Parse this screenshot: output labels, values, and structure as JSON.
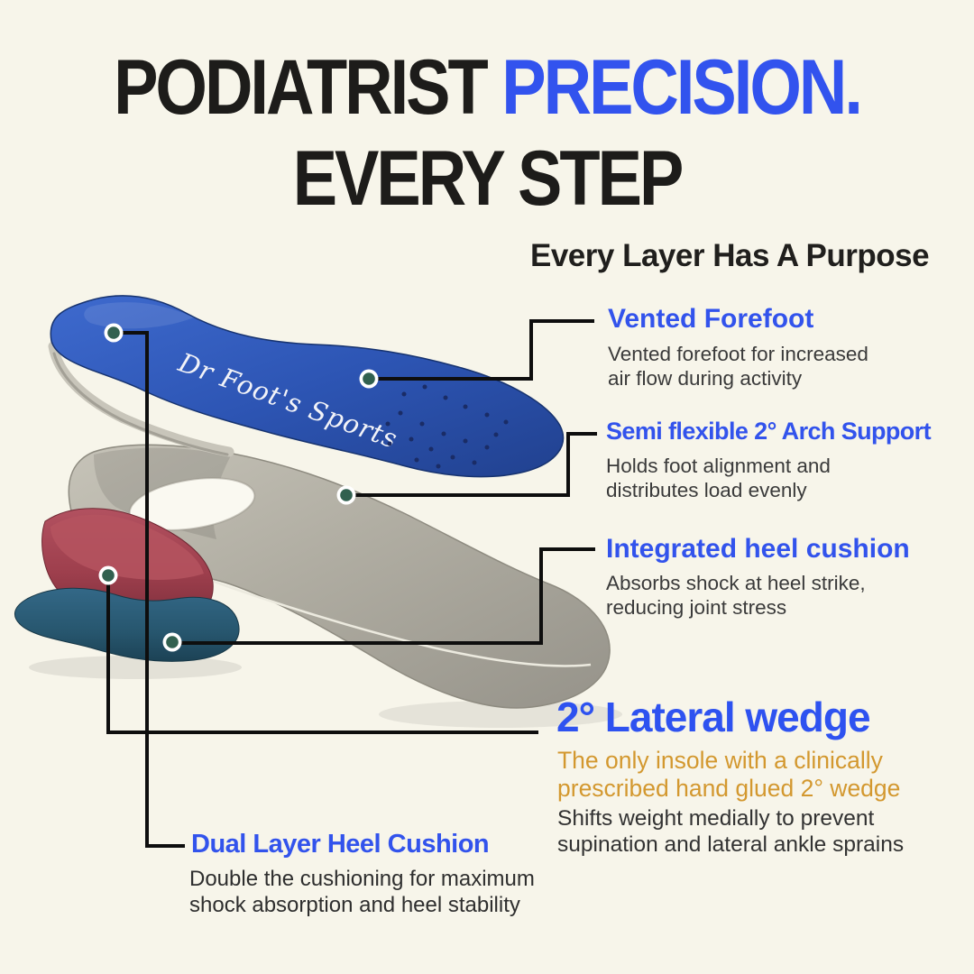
{
  "title": {
    "line1_black": "PODIATRIST ",
    "line1_blue": "PRECISION.",
    "line2": "EVERY STEP"
  },
  "section_heading": "Every Layer Has A Purpose",
  "product": {
    "brand_label": "Dr Foot's Sports"
  },
  "callouts": [
    {
      "id": "vented-forefoot",
      "heading": "Vented Forefoot",
      "body": "Vented forefoot for increased\nair flow during activity"
    },
    {
      "id": "arch-support",
      "heading": "Semi flexible 2° Arch Support",
      "body": "Holds foot alignment and\ndistributes load evenly"
    },
    {
      "id": "integrated-heel-cushion",
      "heading": "Integrated heel cushion",
      "body": "Absorbs shock at heel strike,\nreducing joint stress"
    },
    {
      "id": "lateral-wedge",
      "heading": "2° Lateral wedge",
      "subheading": "The only insole with a clinically\nprescribed hand glued 2° wedge",
      "body": "Shifts weight medially to prevent\nsupination and lateral ankle sprains"
    },
    {
      "id": "dual-layer-heel-cushion",
      "heading": "Dual Layer Heel Cushion",
      "body": "Double the cushioning for maximum\nshock absorption and heel stability"
    }
  ],
  "colors": {
    "background": "#f7f5ea",
    "accent_blue": "#3253ec",
    "title_blue": "#3253ee",
    "gold": "#d3982f",
    "text_dark": "#1d1c1a",
    "marker_green": "#31604f",
    "insole_blue": "#2b51ac",
    "layer_gray": "#afaca1",
    "wedge_red": "#9e3f4d",
    "cushion_teal": "#27566e",
    "callout_line": "#0e0e0e"
  }
}
